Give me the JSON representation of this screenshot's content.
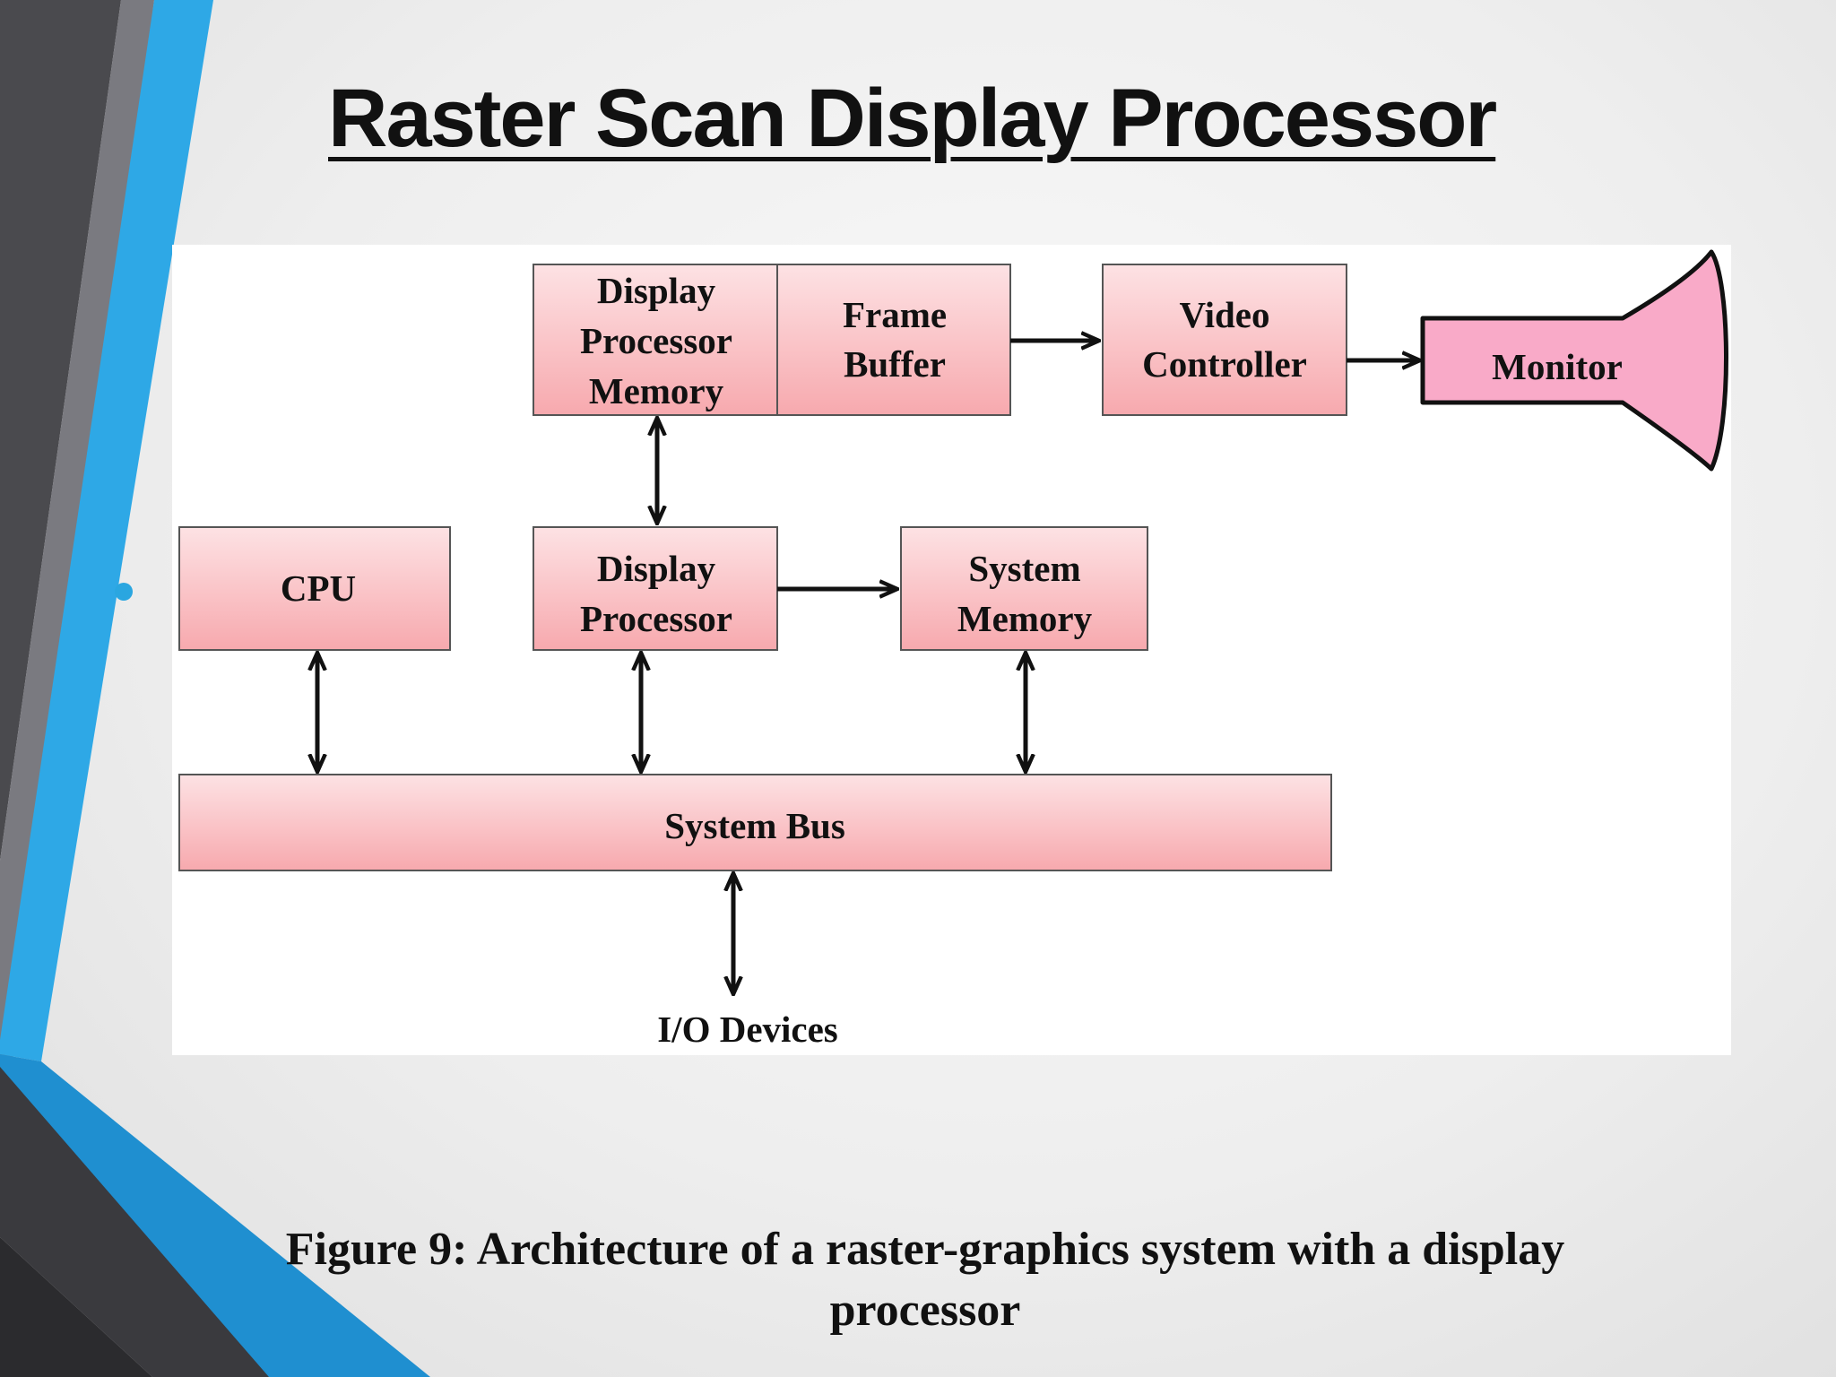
{
  "slide": {
    "title": "Raster Scan Display Processor",
    "caption": "Figure 9: Architecture of a raster-graphics system with a display processor"
  },
  "diagram": {
    "nodes": {
      "display_processor_memory": [
        "Display",
        "Processor",
        "Memory"
      ],
      "frame_buffer": [
        "Frame",
        "Buffer"
      ],
      "video_controller": [
        "Video",
        "Controller"
      ],
      "monitor": "Monitor",
      "cpu": "CPU",
      "display_processor": [
        "Display",
        "Processor"
      ],
      "system_memory": [
        "System",
        "Memory"
      ],
      "system_bus": "System Bus",
      "io_devices": "I/O Devices"
    }
  },
  "colors": {
    "accent_blue": "#2ea8e6",
    "dark_stripe": "#3e3e42",
    "box_fill_top": "#fde2e4",
    "box_fill_bottom": "#f7a9ae",
    "monitor_fill": "#f9aac8"
  }
}
